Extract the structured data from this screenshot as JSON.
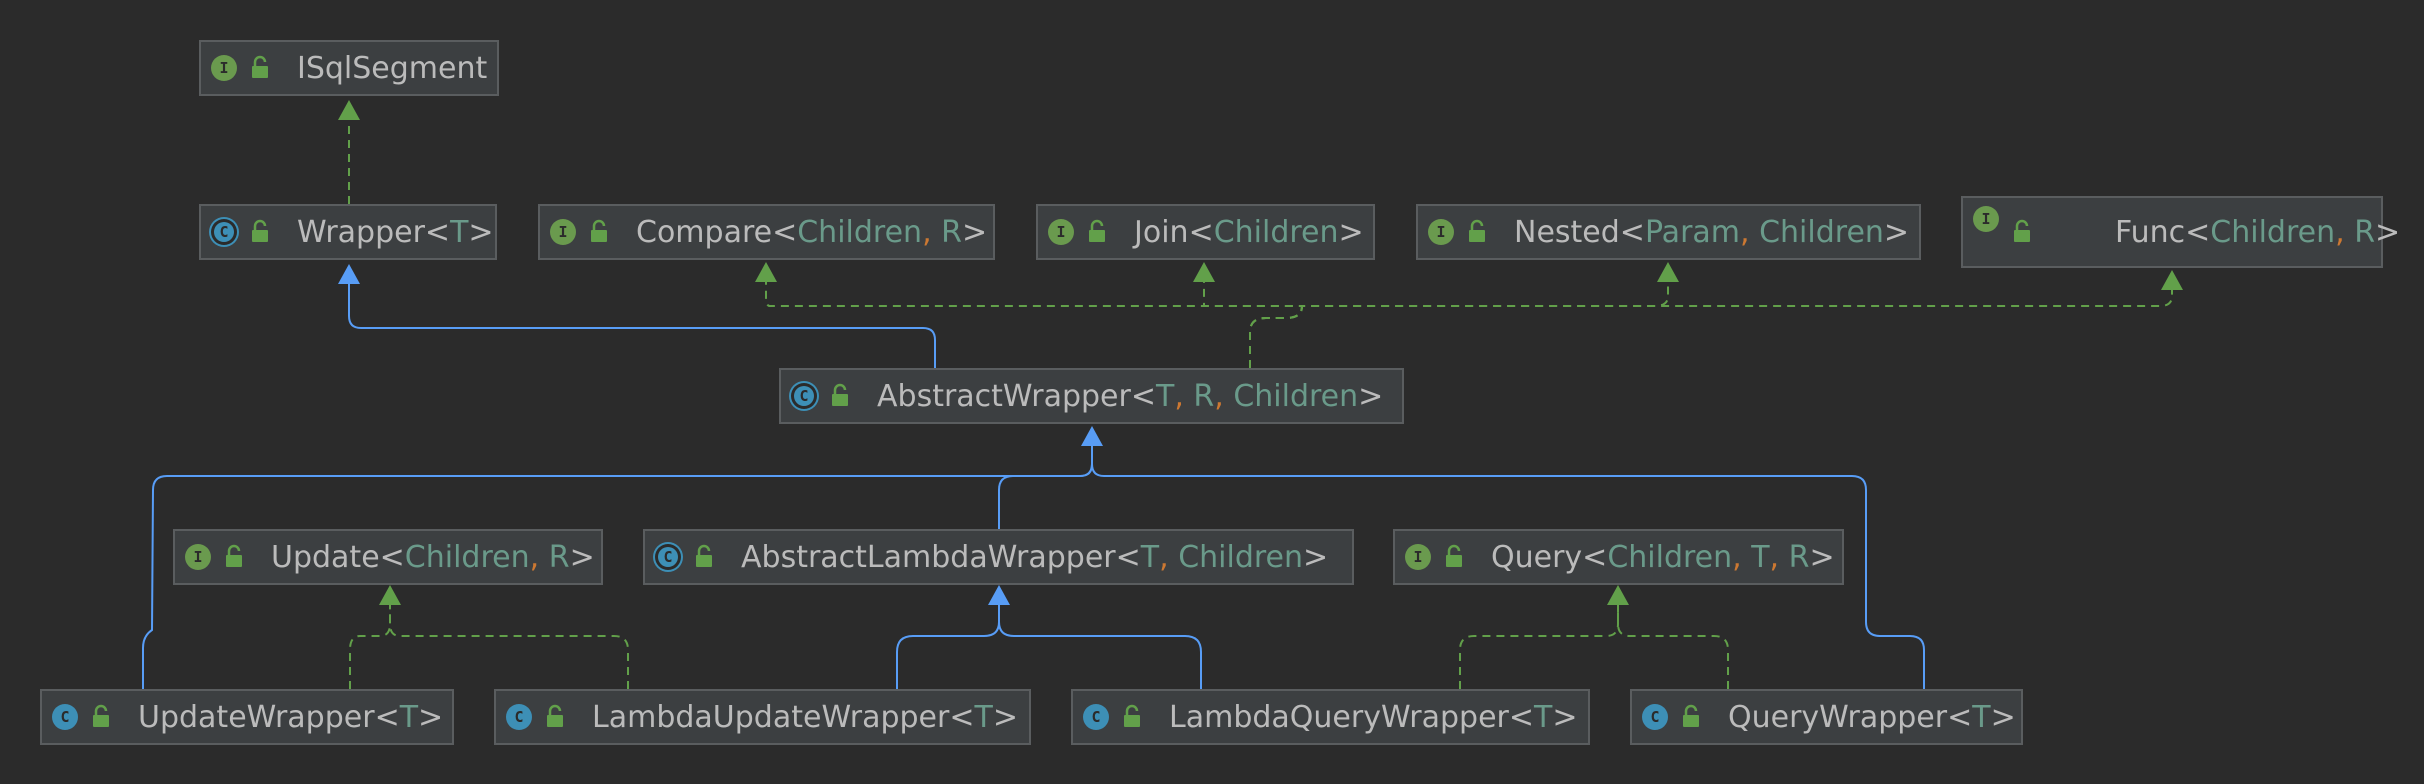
{
  "colors": {
    "background": "#2b2b2b",
    "node_fill": "#3c3f41",
    "node_border": "#5a5d5f",
    "text": "#bbbbbb",
    "generic_param": "#6a9a8a",
    "comma": "#cc7832",
    "extends_edge": "#589df6",
    "implements_edge": "#62a04a",
    "interface_badge": "#6a9a4e",
    "class_badge": "#3d8fb6"
  },
  "nodes": [
    {
      "id": "ISqlSegment",
      "kind": "interface",
      "badge": "I",
      "icon": "interface-icon",
      "name": "ISqlSegment",
      "params": []
    },
    {
      "id": "Wrapper",
      "kind": "abstract-class",
      "badge": "C",
      "icon": "abstract-class-icon",
      "name": "Wrapper",
      "params": [
        "T"
      ]
    },
    {
      "id": "Compare",
      "kind": "interface",
      "badge": "I",
      "icon": "interface-icon",
      "name": "Compare",
      "params": [
        "Children",
        "R"
      ]
    },
    {
      "id": "Join",
      "kind": "interface",
      "badge": "I",
      "icon": "interface-icon",
      "name": "Join",
      "params": [
        "Children"
      ]
    },
    {
      "id": "Nested",
      "kind": "interface",
      "badge": "I",
      "icon": "interface-icon",
      "name": "Nested",
      "params": [
        "Param",
        "Children"
      ]
    },
    {
      "id": "Func",
      "kind": "interface",
      "badge": "I",
      "icon": "interface-icon",
      "name": "Func",
      "params": [
        "Children",
        "R"
      ]
    },
    {
      "id": "AbstractWrapper",
      "kind": "abstract-class",
      "badge": "C",
      "icon": "abstract-class-icon",
      "name": "AbstractWrapper",
      "params": [
        "T",
        "R",
        "Children"
      ]
    },
    {
      "id": "Update",
      "kind": "interface",
      "badge": "I",
      "icon": "interface-icon",
      "name": "Update",
      "params": [
        "Children",
        "R"
      ]
    },
    {
      "id": "AbstractLambdaWrapper",
      "kind": "abstract-class",
      "badge": "C",
      "icon": "abstract-class-icon",
      "name": "AbstractLambdaWrapper",
      "params": [
        "T",
        "Children"
      ]
    },
    {
      "id": "Query",
      "kind": "interface",
      "badge": "I",
      "icon": "interface-icon",
      "name": "Query",
      "params": [
        "Children",
        "T",
        "R"
      ]
    },
    {
      "id": "UpdateWrapper",
      "kind": "class",
      "badge": "C",
      "icon": "class-icon",
      "name": "UpdateWrapper",
      "params": [
        "T"
      ]
    },
    {
      "id": "LambdaUpdateWrapper",
      "kind": "class",
      "badge": "C",
      "icon": "class-icon",
      "name": "LambdaUpdateWrapper",
      "params": [
        "T"
      ]
    },
    {
      "id": "LambdaQueryWrapper",
      "kind": "class",
      "badge": "C",
      "icon": "class-icon",
      "name": "LambdaQueryWrapper",
      "params": [
        "T"
      ]
    },
    {
      "id": "QueryWrapper",
      "kind": "class",
      "badge": "C",
      "icon": "class-icon",
      "name": "QueryWrapper",
      "params": [
        "T"
      ]
    }
  ],
  "edges": [
    {
      "from": "Wrapper",
      "to": "ISqlSegment",
      "type": "implements"
    },
    {
      "from": "AbstractWrapper",
      "to": "Wrapper",
      "type": "extends"
    },
    {
      "from": "AbstractWrapper",
      "to": "Compare",
      "type": "implements"
    },
    {
      "from": "AbstractWrapper",
      "to": "Join",
      "type": "implements"
    },
    {
      "from": "AbstractWrapper",
      "to": "Nested",
      "type": "implements"
    },
    {
      "from": "AbstractWrapper",
      "to": "Func",
      "type": "implements"
    },
    {
      "from": "UpdateWrapper",
      "to": "AbstractWrapper",
      "type": "extends"
    },
    {
      "from": "AbstractLambdaWrapper",
      "to": "AbstractWrapper",
      "type": "extends"
    },
    {
      "from": "QueryWrapper",
      "to": "AbstractWrapper",
      "type": "extends"
    },
    {
      "from": "UpdateWrapper",
      "to": "Update",
      "type": "implements"
    },
    {
      "from": "LambdaUpdateWrapper",
      "to": "Update",
      "type": "implements"
    },
    {
      "from": "LambdaUpdateWrapper",
      "to": "AbstractLambdaWrapper",
      "type": "extends"
    },
    {
      "from": "LambdaQueryWrapper",
      "to": "AbstractLambdaWrapper",
      "type": "extends"
    },
    {
      "from": "LambdaQueryWrapper",
      "to": "Query",
      "type": "implements"
    },
    {
      "from": "QueryWrapper",
      "to": "Query",
      "type": "implements"
    }
  ]
}
